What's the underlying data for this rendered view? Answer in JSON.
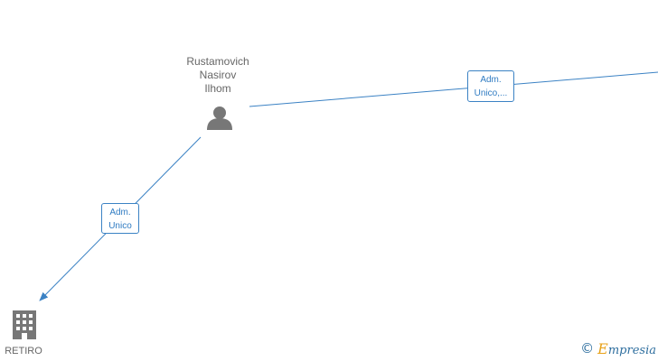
{
  "colors": {
    "edge": "#3b82c4",
    "node_icon": "#777777",
    "label_text": "#666666",
    "watermark_orange": "#e8a21a",
    "watermark_blue": "#2f6f9f"
  },
  "nodes": {
    "person": {
      "name": "Rustamovich\nNasirov\nIlhom",
      "icon": "person-icon"
    },
    "company": {
      "name": "RETIRO",
      "icon": "building-icon"
    }
  },
  "edges": {
    "to_company": {
      "label": "Adm.\nUnico"
    },
    "to_offscreen": {
      "label": "Adm.\nUnico,..."
    }
  },
  "watermark": {
    "symbol": "©",
    "brand_first": "E",
    "brand_rest": "mpresia"
  }
}
